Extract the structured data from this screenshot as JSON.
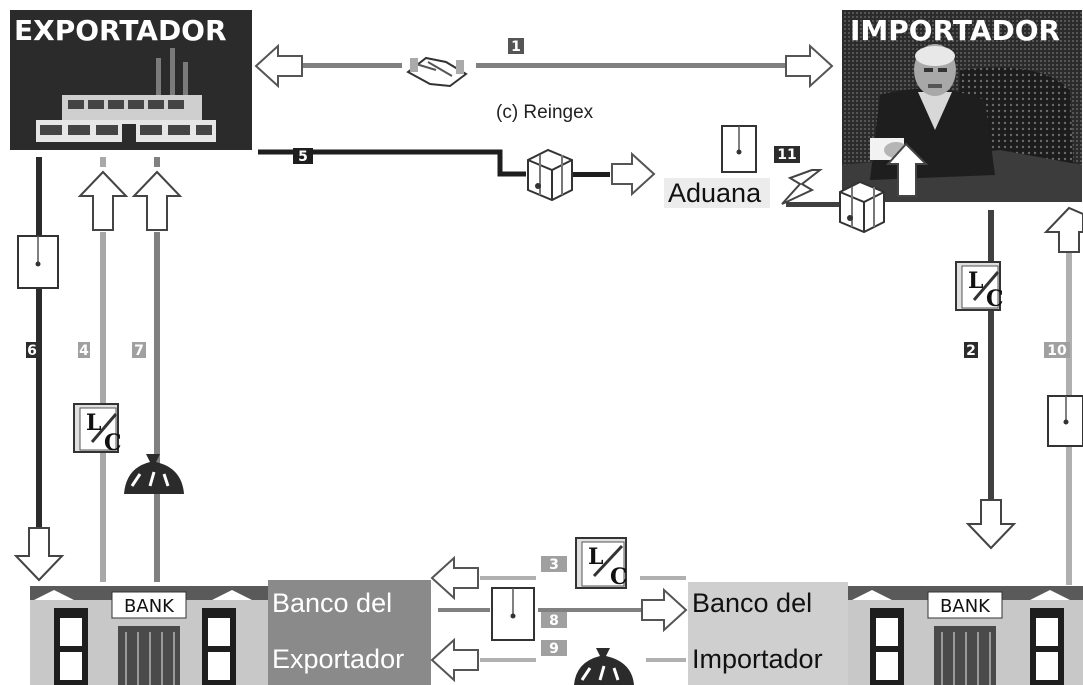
{
  "parties": {
    "exporter": "EXPORTADOR",
    "importer": "IMPORTADOR"
  },
  "copyright": "(c) Reingex",
  "customs": "Aduana",
  "banks": {
    "exporter_bank_line1": "Banco del",
    "exporter_bank_line2": "Exportador",
    "importer_bank_line1": "Banco del",
    "importer_bank_line2": "Importador",
    "bank_sign": "BANK"
  },
  "steps": [
    "1",
    "2",
    "3",
    "4",
    "5",
    "6",
    "7",
    "8",
    "9",
    "10",
    "11"
  ],
  "icons": {
    "handshake": "handshake-icon",
    "letter_of_credit": "letter-of-credit-icon",
    "package": "package-icon",
    "document": "document-icon",
    "money_bag": "money-bag-icon"
  },
  "colors": {
    "panel_dark": "#2b2b2b",
    "bank_grey": "#8a8a8a",
    "line_dark": "#404040",
    "line_mid": "#808080",
    "line_light": "#b0b0b0"
  }
}
